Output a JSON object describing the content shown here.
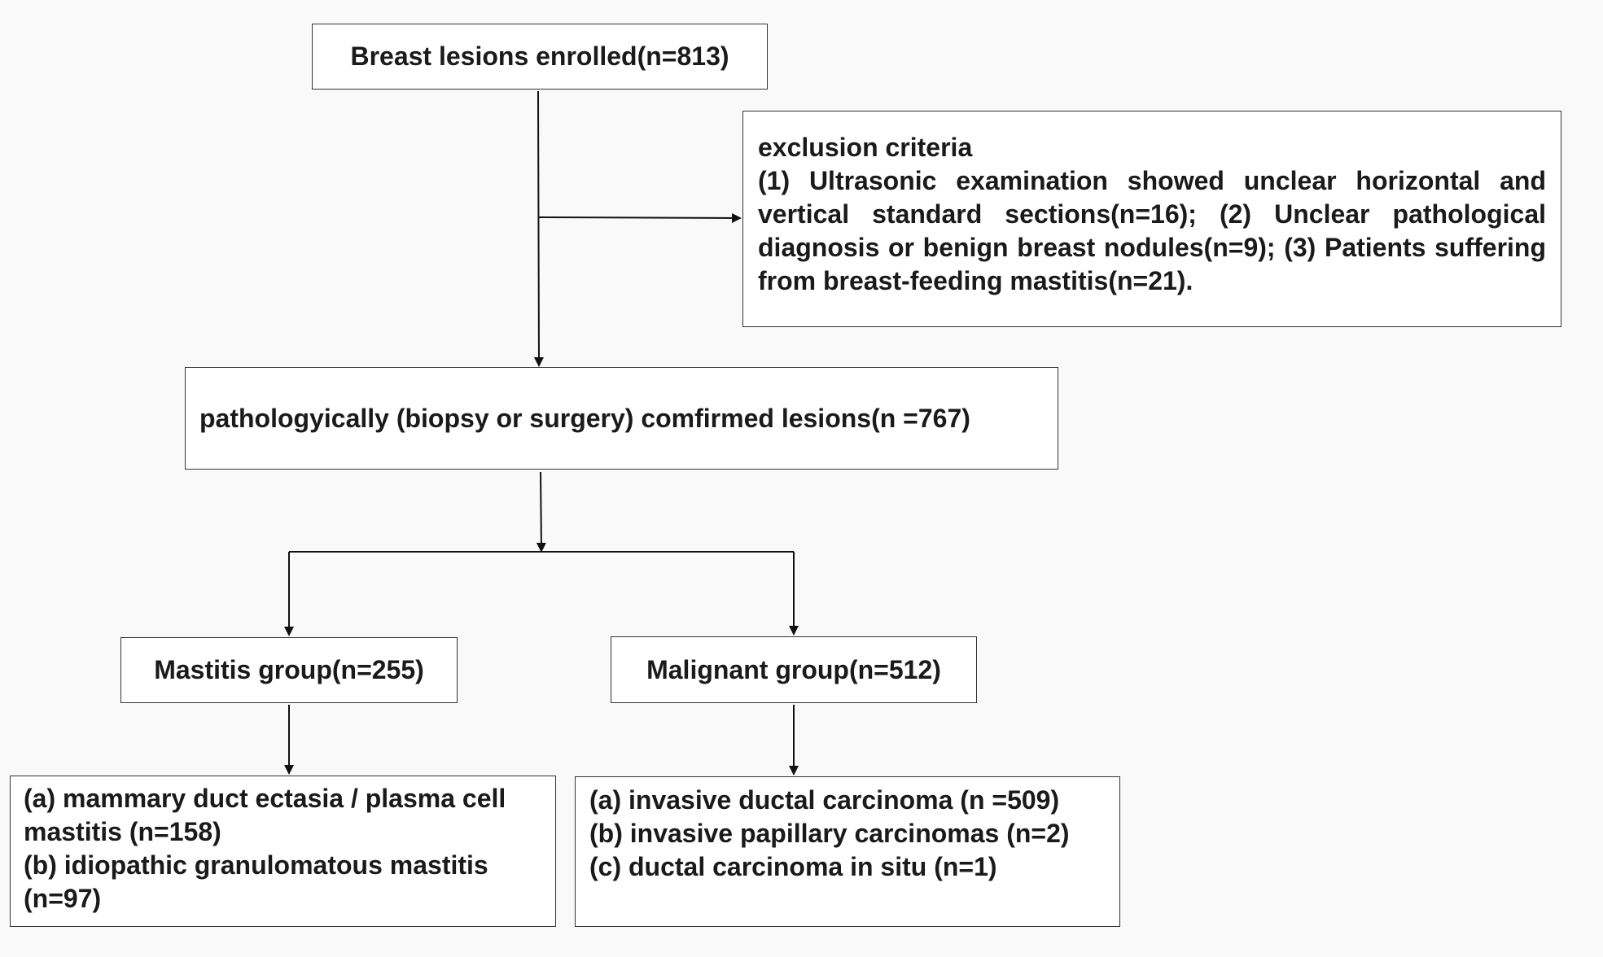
{
  "enrolled": {
    "text": "Breast lesions enrolled(n=813)"
  },
  "exclusion": {
    "title": "exclusion criteria",
    "body": "(1) Ultrasonic examination showed unclear horizontal and vertical standard sections(n=16); (2) Unclear pathological diagnosis or benign breast nodules(n=9); (3) Patients suffering from breast-feeding mastitis(n=21)."
  },
  "confirmed": {
    "text": "pathologyically (biopsy or surgery) comfirmed lesions(n =767)"
  },
  "mastitis_group": {
    "label": "Mastitis group(n=255)",
    "items": [
      "(a) mammary duct ectasia / plasma cell mastitis (n=158)",
      "(b) idiopathic granulomatous mastitis (n=97)"
    ]
  },
  "malignant_group": {
    "label": "Malignant group(n=512)",
    "items": [
      "(a) invasive ductal carcinoma (n =509)",
      "(b) invasive papillary carcinomas (n=2)",
      "(c) ductal carcinoma in situ (n=1)"
    ]
  }
}
